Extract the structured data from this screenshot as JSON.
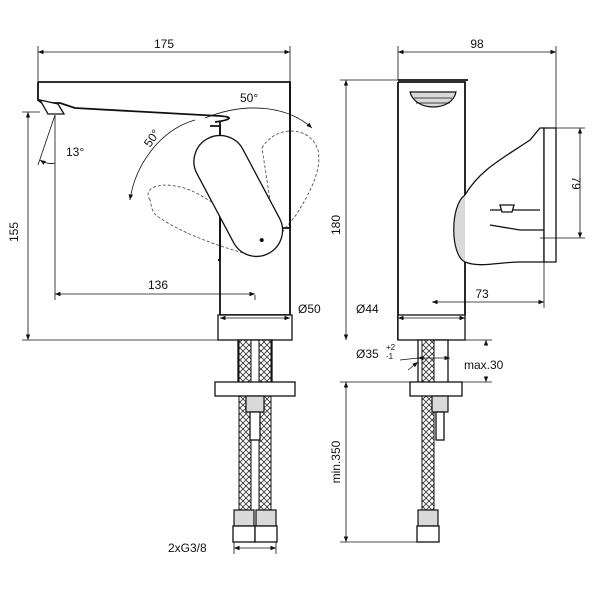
{
  "drawing": {
    "front_view": {
      "width_total": "175",
      "lever_angle_right": "50°",
      "lever_angle_left": "50°",
      "spout_angle": "13°",
      "height": "155",
      "spout_reach": "136",
      "base_diameter": "Ø50"
    },
    "side_view": {
      "depth_total": "98",
      "height": "180",
      "lever_height": "79",
      "lever_offset": "73",
      "body_diameter": "Ø44",
      "hole_diameter": "Ø35",
      "hole_tol_plus": "+2",
      "hole_tol_minus": "-1",
      "counter_thickness": "max.30",
      "hose_length": "min.350",
      "hose_connection": "2xG3/8"
    }
  }
}
